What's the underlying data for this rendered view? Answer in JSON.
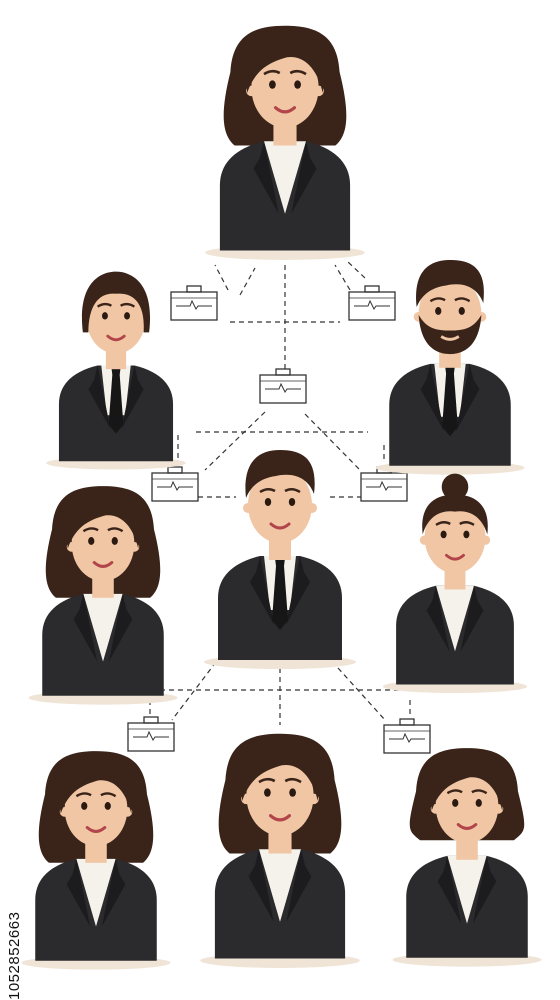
{
  "diagram": {
    "type": "organization-chart",
    "colors": {
      "suit": "#2b2a2c",
      "suit_shade": "#1c1b1d",
      "skin": "#f1c6a5",
      "hair": "#3a2419",
      "shirt": "#f5f2ec",
      "tie": "#161616",
      "pedestal": "#efe4d6",
      "line": "#333333",
      "icon_stroke": "#333333"
    },
    "nodes": [
      {
        "id": "ceo",
        "hair": "long-wavy",
        "gender": "female",
        "tie": false
      },
      {
        "id": "manager-left",
        "hair": "bob",
        "gender": "female",
        "tie": true
      },
      {
        "id": "manager-right",
        "hair": "short",
        "gender": "male",
        "tie": true,
        "beard": true
      },
      {
        "id": "lead-center",
        "hair": "short",
        "gender": "male",
        "tie": true
      },
      {
        "id": "staff-left",
        "hair": "long-straight",
        "gender": "female",
        "tie": false
      },
      {
        "id": "staff-right",
        "hair": "bun",
        "gender": "female",
        "tie": false
      },
      {
        "id": "staff-bottom-left",
        "hair": "long-straight",
        "gender": "female",
        "tie": false
      },
      {
        "id": "staff-bottom-center",
        "hair": "long-wavy",
        "gender": "female",
        "tie": false
      },
      {
        "id": "staff-bottom-right",
        "hair": "shoulder",
        "gender": "female",
        "tie": false
      }
    ],
    "icons": [
      "briefcase-icon",
      "briefcase-icon",
      "briefcase-icon",
      "briefcase-icon",
      "briefcase-icon",
      "briefcase-icon",
      "briefcase-icon"
    ]
  },
  "watermark_id": "1052852663"
}
